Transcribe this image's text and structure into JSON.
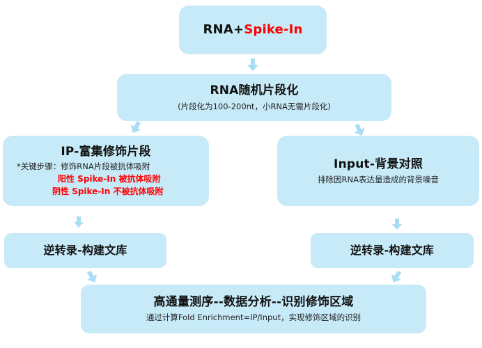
{
  "diagram": {
    "step1": {
      "title_part1": "RNA+",
      "title_part2": "Spike-In"
    },
    "step2": {
      "title": "RNA随机片段化",
      "subtitle": "(片段化为100-200nt，小RNA无需片段化)"
    },
    "ip_branch": {
      "title": "IP-富集修饰片段",
      "note": "*关键步骤：修饰RNA片段被抗体吸附",
      "positive": "阳性 Spike-In 被抗体吸附",
      "negative": "阴性 Spike-In 不被抗体吸附"
    },
    "input_branch": {
      "title": "Input-背景对照",
      "subtitle": "排除因RNA表达量造成的背景噪音"
    },
    "library_left": {
      "title": "逆转录-构建文库"
    },
    "library_right": {
      "title": "逆转录-构建文库"
    },
    "final": {
      "title": "高通量测序--数据分析--识别修饰区域",
      "subtitle": "通过计算Fold Enrichment=IP/Input，实现修饰区域的识别"
    },
    "colors": {
      "box_fill": "#c7eaf8",
      "arrow": "#a9ddf4",
      "highlight": "#ff0000"
    }
  }
}
